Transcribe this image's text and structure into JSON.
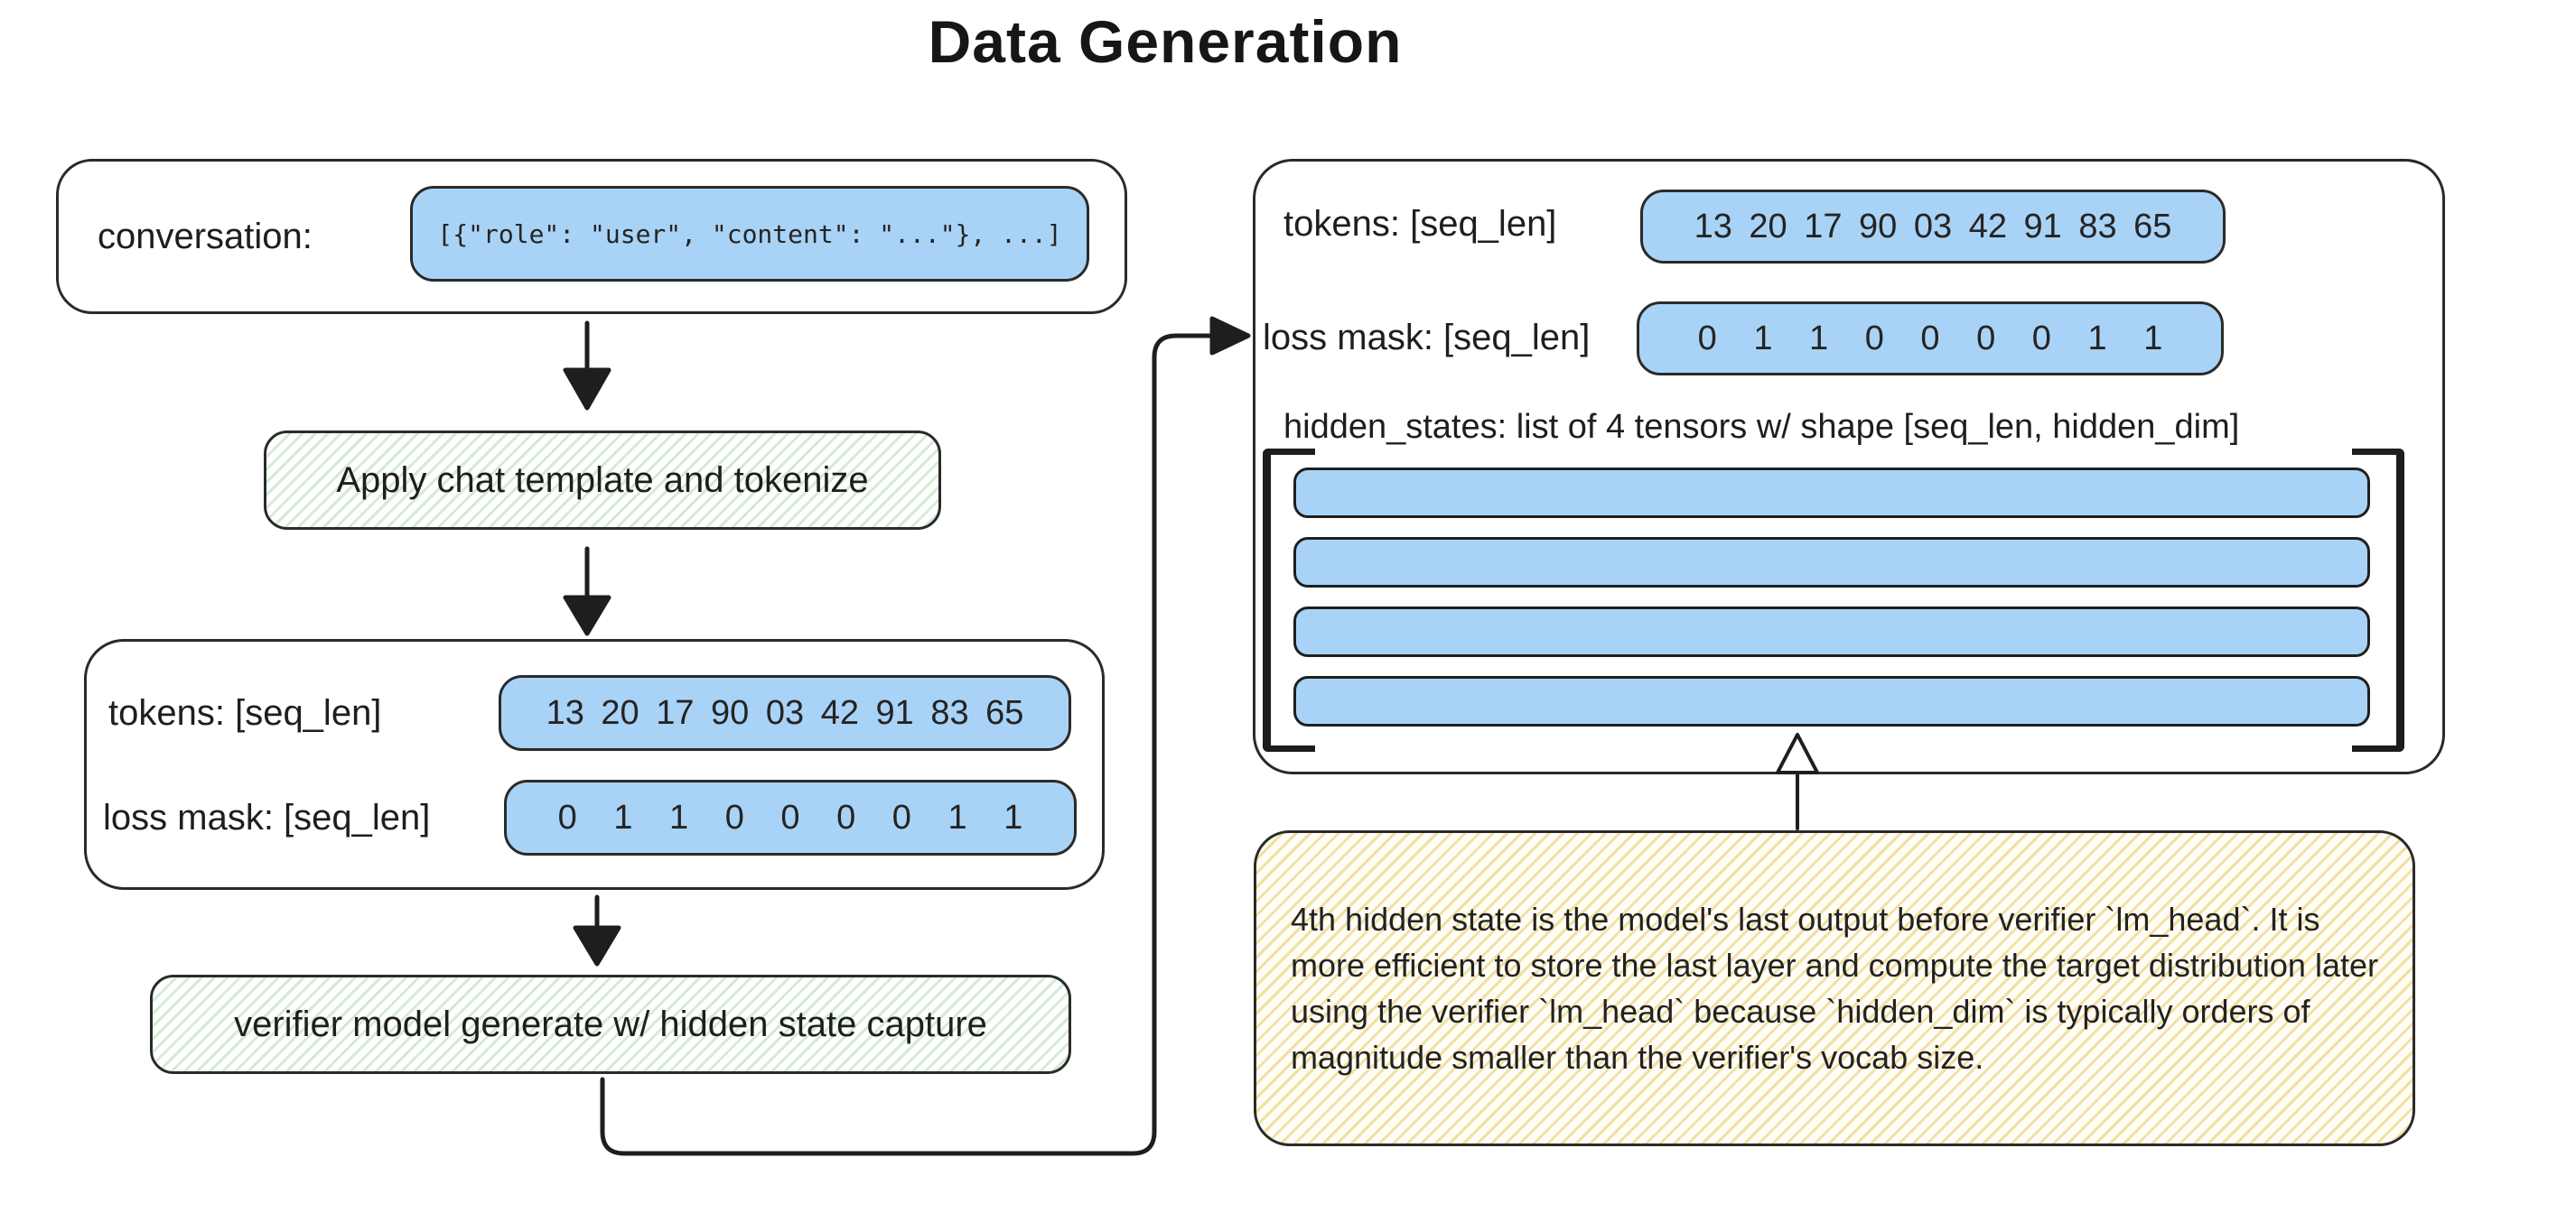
{
  "title": "Data Generation",
  "colors": {
    "pill_blue": "#a9d3f6",
    "green_stripe": "#d2ecd2",
    "yellow_stripe": "#f2e0a0",
    "stroke": "#1e1e1e"
  },
  "left_flow": {
    "conversation_box": {
      "label": "conversation:",
      "value": "[{\"role\": \"user\", \"content\": \"...\"}, ...]"
    },
    "step1_label": "Apply chat template and tokenize",
    "tokens_box": {
      "tokens_label": "tokens: [seq_len]",
      "tokens_values": "13 20 17 90 03 42 91 83 65",
      "loss_mask_label": "loss mask: [seq_len]",
      "loss_mask_values": "0 1 1 0 0 0 0 1 1"
    },
    "step2_label": "verifier model generate w/ hidden state capture"
  },
  "right_panel": {
    "tokens_label": "tokens: [seq_len]",
    "tokens_values": "13 20 17 90 03 42 91 83 65",
    "loss_mask_label": "loss mask: [seq_len]",
    "loss_mask_values": "0 1 1 0 0 0 0 1 1",
    "hidden_states_label": "hidden_states: list of 4 tensors w/ shape [seq_len, hidden_dim]",
    "tensor_count": 4
  },
  "note": {
    "text": "4th hidden state is the model's last output before verifier `lm_head`. It is more efficient to store the last layer and compute the target distribution later using the verifier `lm_head` because `hidden_dim` is typically orders of magnitude smaller than the verifier's vocab size."
  }
}
